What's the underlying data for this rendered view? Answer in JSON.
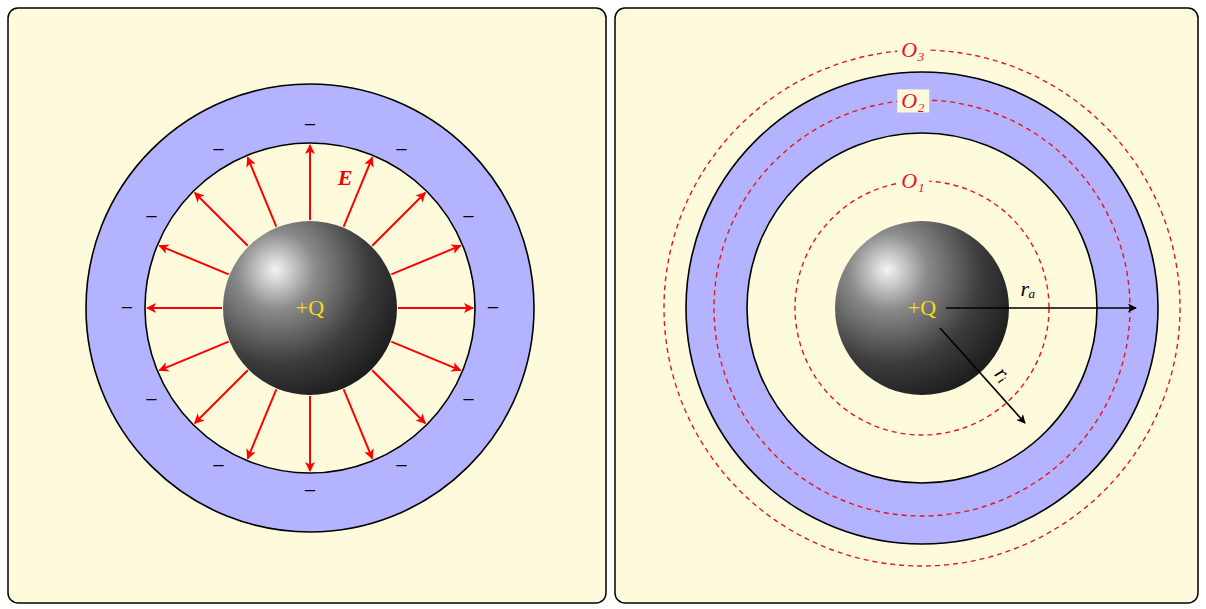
{
  "diagram": {
    "nodes": [
      {
        "text": [
          "−",
          "−",
          "−",
          "−",
          "−",
          "−",
          "−",
          "−",
          "−",
          "−",
          "−",
          "−"
        ]
      },
      {
        "text": [
          "+Q"
        ]
      },
      {
        "text": [
          "+Q"
        ]
      }
    ],
    "edges": [
      {
        "from": 1,
        "to": 0,
        "arrow": "to"
      },
      {
        "from": 1,
        "to": 0,
        "arrow": "to"
      },
      {
        "from": 1,
        "to": 0,
        "arrow": "to"
      },
      {
        "from": 1,
        "to": 0,
        "arrow": "to"
      },
      {
        "from": 1,
        "to": 0,
        "arrow": "to"
      },
      {
        "from": 1,
        "to": 0,
        "arrow": "to"
      },
      {
        "from": 1,
        "to": 0,
        "arrow": "to"
      },
      {
        "from": 1,
        "to": 0,
        "arrow": "to"
      },
      {
        "from": 1,
        "to": 0,
        "arrow": "to"
      },
      {
        "from": 1,
        "to": 0,
        "arrow": "to"
      },
      {
        "from": 1,
        "to": 0,
        "arrow": "to"
      },
      {
        "from": 1,
        "to": 0,
        "arrow": "to"
      },
      {
        "from": 1,
        "to": 0,
        "arrow": "to"
      },
      {
        "from": 1,
        "to": 0,
        "arrow": "to"
      },
      {
        "from": 1,
        "to": 0,
        "arrow": "to"
      },
      {
        "from": 1,
        "to": 0,
        "arrow": "to"
      }
    ],
    "labels": [
      "E",
      "O₃",
      "O₂",
      "O₁",
      "rₐ",
      "rᵢ"
    ]
  }
}
